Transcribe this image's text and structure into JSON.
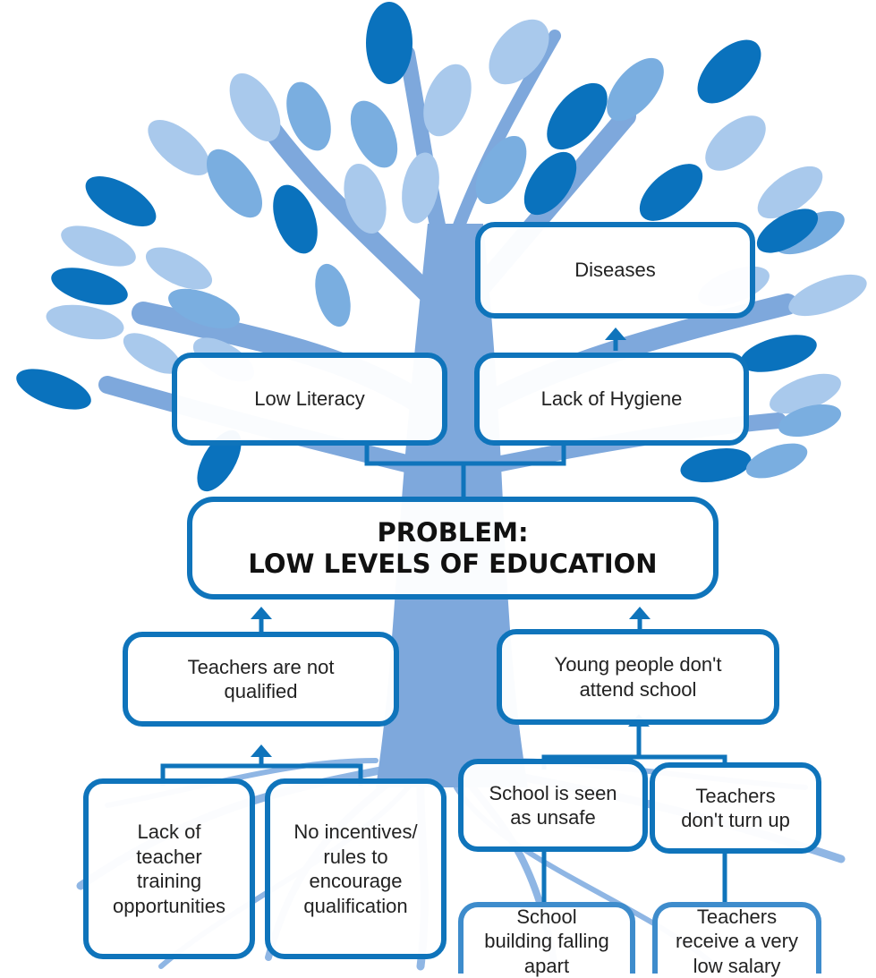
{
  "colors": {
    "dark_blue": "#0a72bd",
    "mid_blue": "#7aaee0",
    "light_blue": "#a9c9ec",
    "trunk": "#7ea8dc",
    "box_border": "#0f74bb"
  },
  "problem_tree": {
    "problem": {
      "line1": "PROBLEM:",
      "line2": "LOW LEVELS OF EDUCATION"
    },
    "effects": {
      "low_literacy": "Low Literacy",
      "lack_of_hygiene": "Lack of Hygiene",
      "diseases": "Diseases"
    },
    "causes": {
      "teachers_not_qualified": "Teachers are not\nqualified",
      "young_people_dont_attend": "Young people don't\nattend school",
      "lack_of_training": "Lack of\nteacher\ntraining\nopportunities",
      "no_incentives": "No incentives/\nrules to\nencourage\nqualification",
      "school_unsafe": "School is seen\nas unsafe",
      "teachers_dont_turn_up": "Teachers\ndon't turn up",
      "building_falling_apart": "School\nbuilding falling\napart",
      "low_salary": "Teachers\nreceive a very\nlow salary"
    }
  }
}
